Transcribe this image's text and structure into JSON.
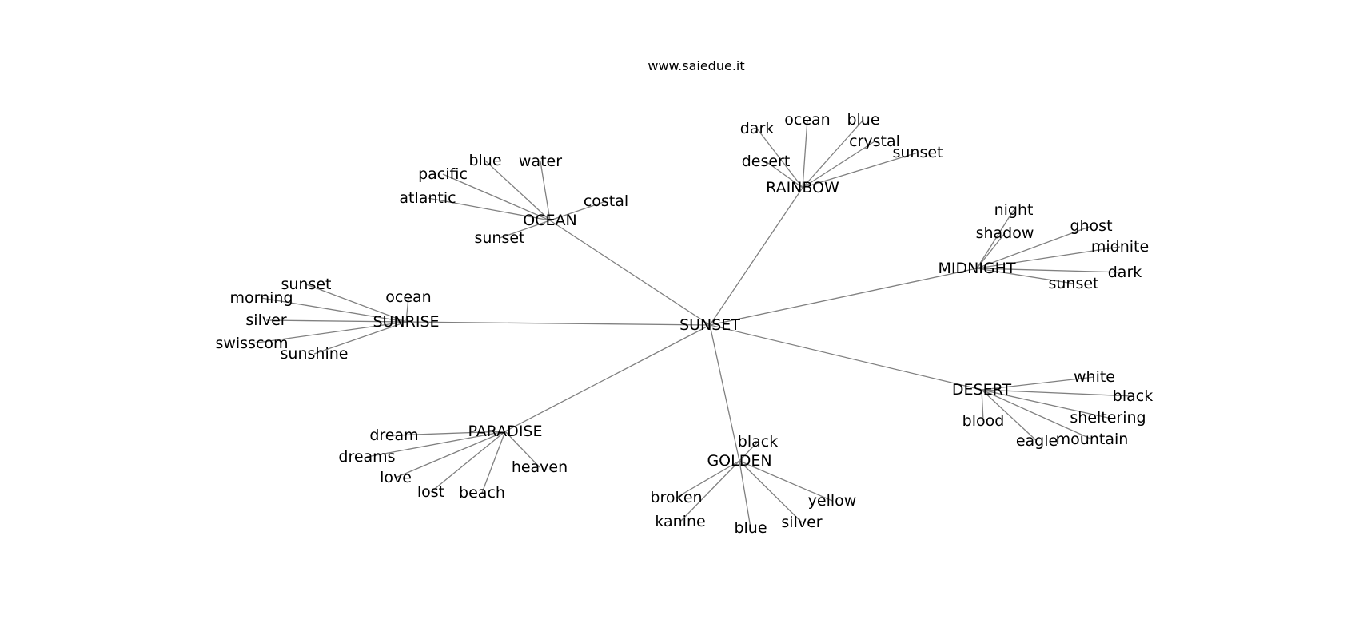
{
  "title": "www.saiedue.it",
  "colors": {
    "edge": "#808080",
    "text": "#000000",
    "background": "#ffffff"
  },
  "graph": {
    "root": "SUNSET",
    "clusters": [
      {
        "name": "RAINBOW",
        "children": [
          "dark",
          "ocean",
          "blue",
          "crystal",
          "desert",
          "sunset"
        ]
      },
      {
        "name": "OCEAN",
        "children": [
          "blue",
          "water",
          "pacific",
          "atlantic",
          "costal",
          "sunset"
        ]
      },
      {
        "name": "MIDNIGHT",
        "children": [
          "night",
          "shadow",
          "ghost",
          "midnite",
          "dark",
          "sunset"
        ]
      },
      {
        "name": "SUNRISE",
        "children": [
          "sunset",
          "ocean",
          "morning",
          "silver",
          "swisscom",
          "sunshine"
        ]
      },
      {
        "name": "DESERT",
        "children": [
          "white",
          "black",
          "sheltering",
          "blood",
          "eagle",
          "mountain"
        ]
      },
      {
        "name": "PARADISE",
        "children": [
          "dream",
          "dreams",
          "love",
          "lost",
          "beach",
          "heaven"
        ]
      },
      {
        "name": "GOLDEN",
        "children": [
          "black",
          "broken",
          "kanine",
          "blue",
          "silver",
          "yellow"
        ]
      }
    ]
  }
}
